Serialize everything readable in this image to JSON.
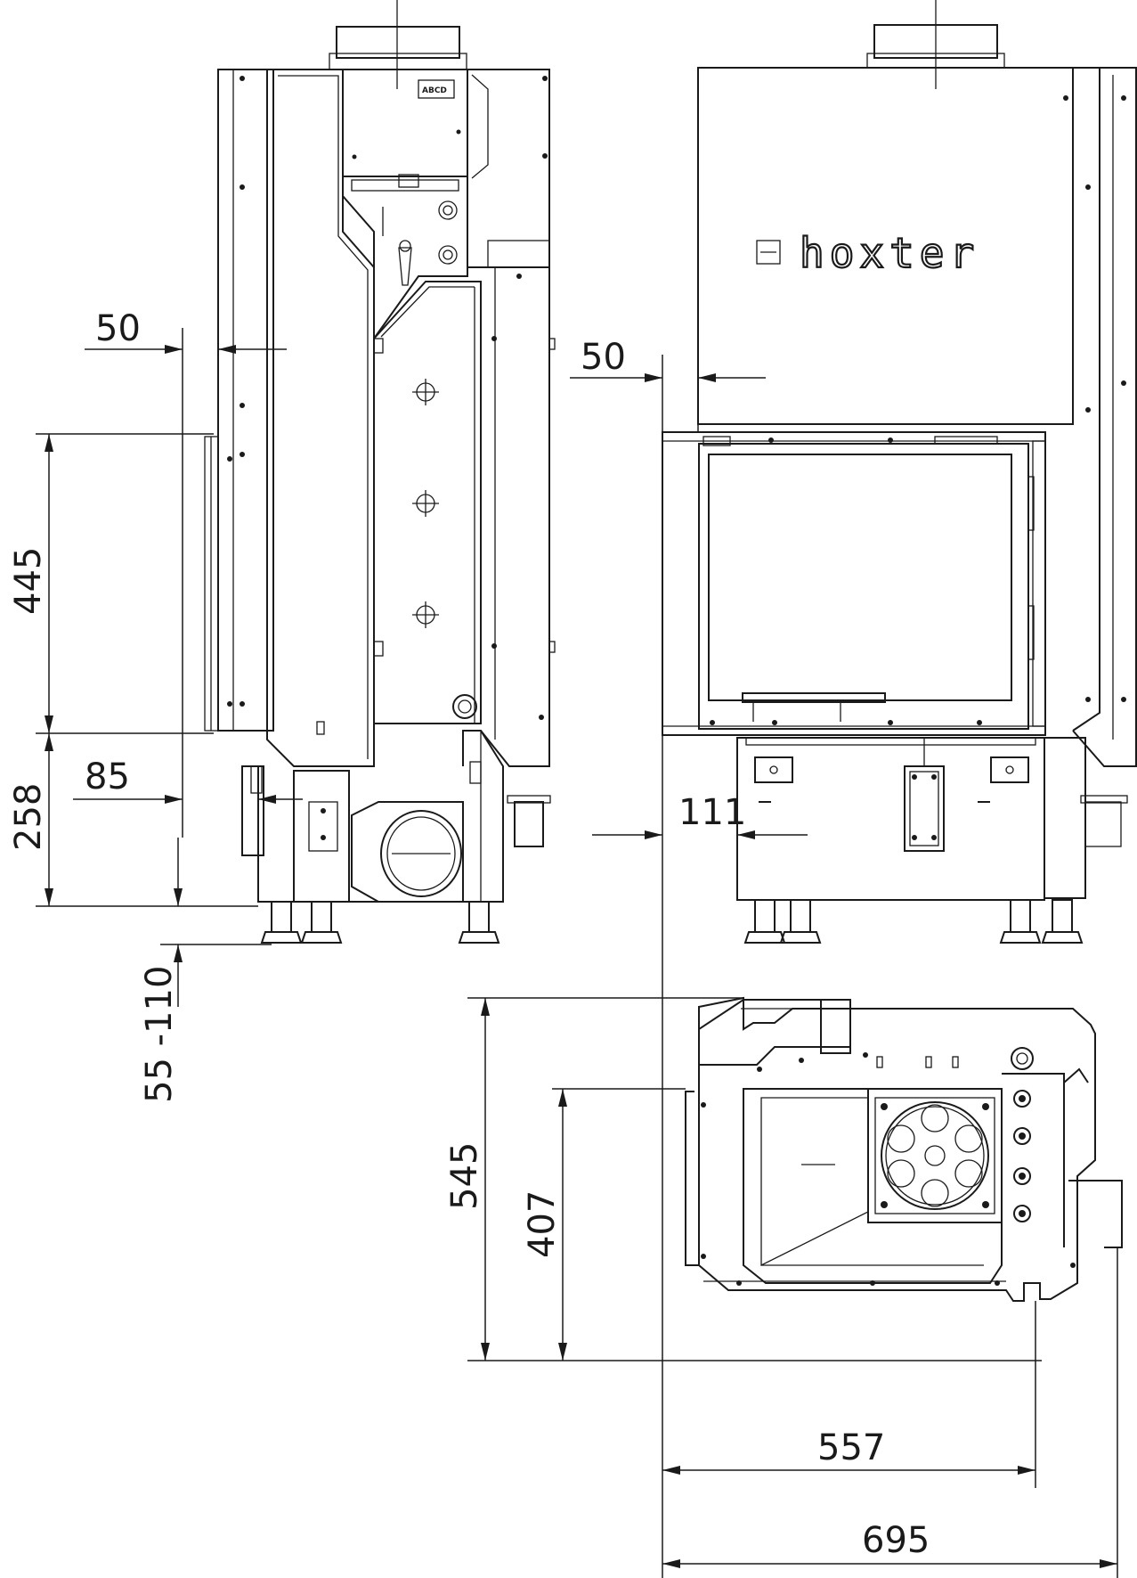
{
  "brand_logo": "hoxter",
  "nameplate": "ABCD",
  "dimensions": {
    "side_offset_top": "50",
    "glass_height": "445",
    "base_height": "258",
    "side_offset_base": "85",
    "feet_range": "55 -110",
    "front_offset_top": "50",
    "front_offset_base": "111",
    "depth_outer": "545",
    "depth_inner": "407",
    "width_inner": "557",
    "width_outer": "695"
  }
}
